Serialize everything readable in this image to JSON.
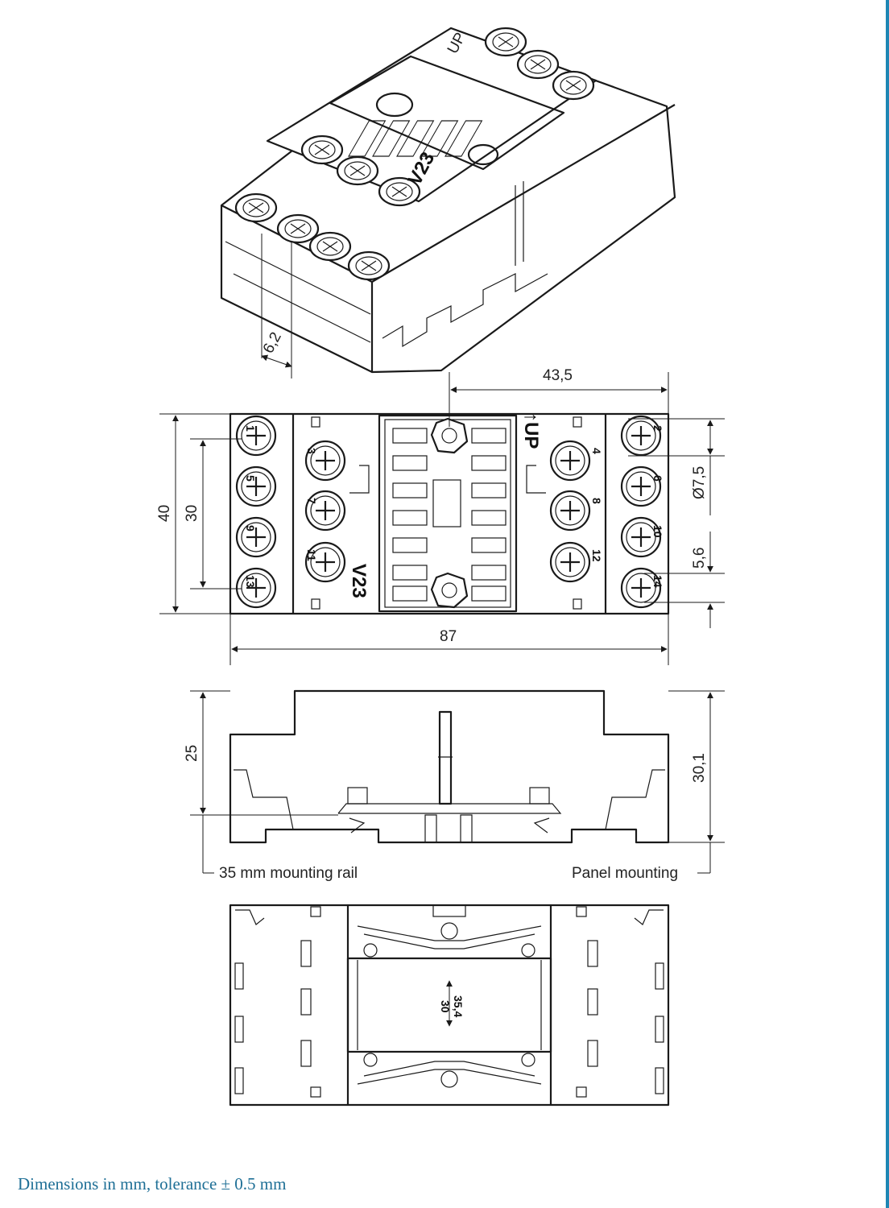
{
  "dimensions": {
    "iso_terminal_spacing": "6,2",
    "width_half": "43,5",
    "height_outer": "40",
    "height_inner": "30",
    "terminal_diameter": "Ø7,5",
    "terminal_pitch": "5,6",
    "length": "87",
    "rail_height": "25",
    "panel_height": "30,1"
  },
  "labels": {
    "rail": "35 mm mounting rail",
    "panel": "Panel mounting",
    "model": "V23",
    "up": "↑UP",
    "up_iso": "UP",
    "bottom_dim_a": "35,4",
    "bottom_dim_b": "30"
  },
  "terminals": {
    "left_outer": [
      "1",
      "5",
      "9",
      "13"
    ],
    "left_inner": [
      "3",
      "7",
      "11"
    ],
    "right_inner": [
      "4",
      "8",
      "12"
    ],
    "right_outer": [
      "2",
      "6",
      "10",
      "14"
    ]
  },
  "caption": "Dimensions in mm, tolerance ± 0.5 mm"
}
